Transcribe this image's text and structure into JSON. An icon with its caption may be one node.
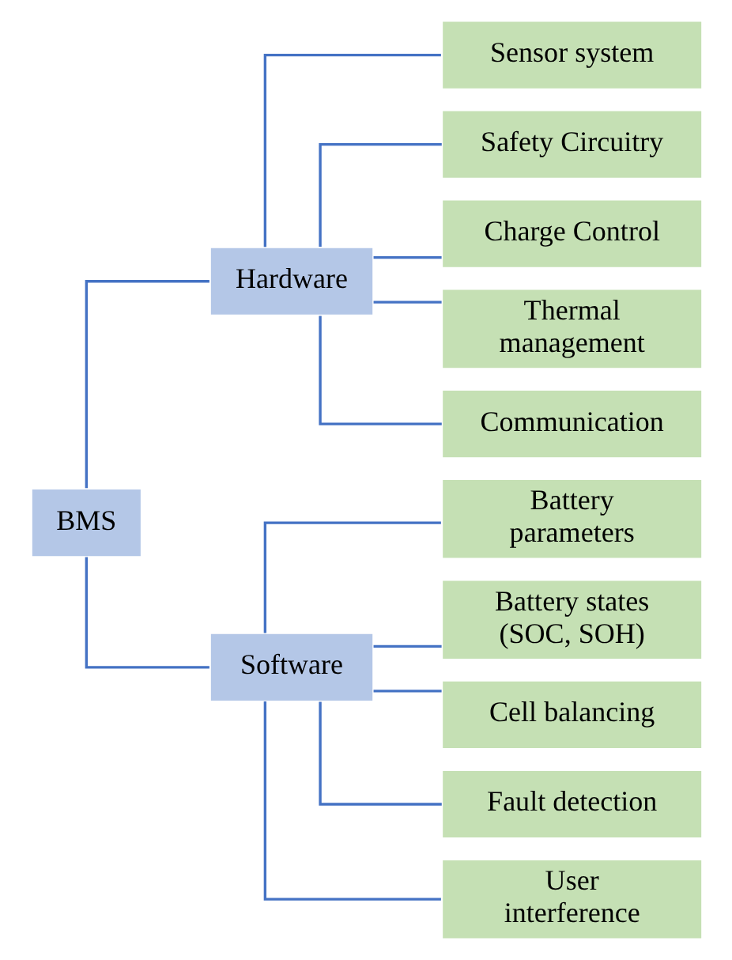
{
  "diagram": {
    "nodes": [
      {
        "text": [
          "BMS"
        ]
      },
      {
        "text": [
          "Hardware"
        ]
      },
      {
        "text": [
          "Software"
        ]
      },
      {
        "text": [
          "Sensor system"
        ]
      },
      {
        "text": [
          "Safety Circuitry"
        ]
      },
      {
        "text": [
          "Charge Control"
        ]
      },
      {
        "text": [
          "Thermal management"
        ]
      },
      {
        "text": [
          "Communication"
        ]
      },
      {
        "text": [
          "Battery parameters"
        ]
      },
      {
        "text": [
          "Battery states (SOC, SOH)"
        ]
      },
      {
        "text": [
          "Cell balancing"
        ]
      },
      {
        "text": [
          "Fault detection"
        ]
      },
      {
        "text": [
          "User interference"
        ]
      }
    ],
    "edges": [
      {
        "from": 0,
        "to": 1,
        "arrow": "none"
      },
      {
        "from": 0,
        "to": 2,
        "arrow": "none"
      },
      {
        "from": 1,
        "to": 3,
        "arrow": "none"
      },
      {
        "from": 1,
        "to": 4,
        "arrow": "none"
      },
      {
        "from": 1,
        "to": 5,
        "arrow": "none"
      },
      {
        "from": 1,
        "to": 6,
        "arrow": "none"
      },
      {
        "from": 1,
        "to": 7,
        "arrow": "none"
      },
      {
        "from": 2,
        "to": 8,
        "arrow": "none"
      },
      {
        "from": 2,
        "to": 9,
        "arrow": "none"
      },
      {
        "from": 2,
        "to": 10,
        "arrow": "none"
      },
      {
        "from": 2,
        "to": 11,
        "arrow": "none"
      },
      {
        "from": 2,
        "to": 12,
        "arrow": "none"
      }
    ]
  }
}
